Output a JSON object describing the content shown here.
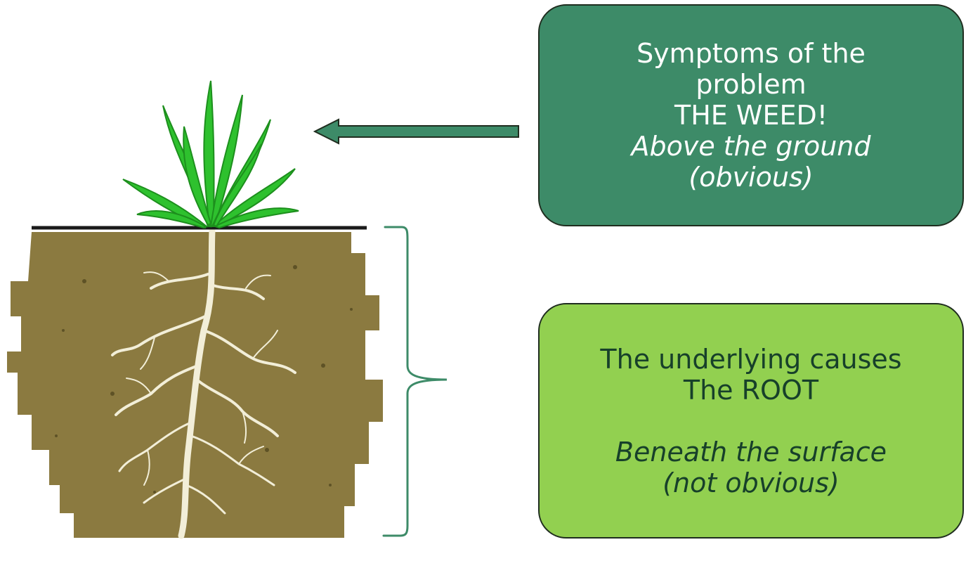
{
  "symptoms_box": {
    "line1": "Symptoms of the",
    "line2": "problem",
    "line3": "THE WEED!",
    "line4": "Above the ground",
    "line5": "(obvious)"
  },
  "causes_box": {
    "line1": "The underlying causes",
    "line2": "The ROOT",
    "line3": "Beneath the surface",
    "line4": "(not obvious)"
  },
  "colors": {
    "symptoms_fill": "#3d8b68",
    "causes_fill": "#92d050",
    "soil": "#8b7a40",
    "root": "#f2eed8",
    "weed_leaf": "#2ec12e",
    "arrow": "#3d8b68",
    "bracket": "#3d8b68"
  },
  "icons": [
    "weed-icon",
    "soil-icon",
    "root-icon",
    "arrow-left-icon",
    "bracket-icon"
  ]
}
